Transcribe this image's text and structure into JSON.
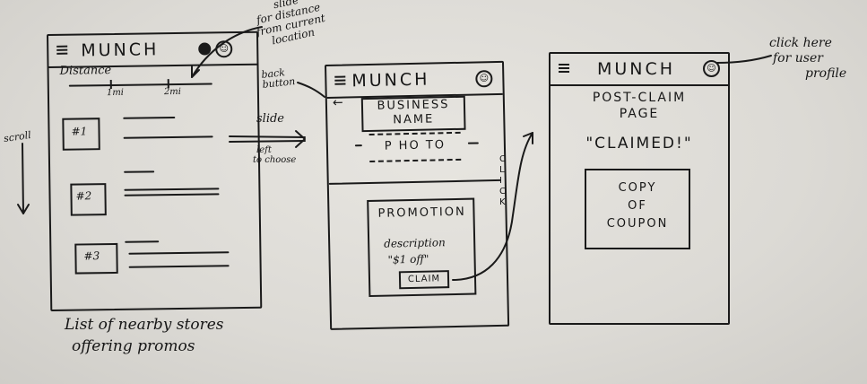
{
  "screen1": {
    "logo": "MUNCH",
    "distance_label": "Distance",
    "tick_1": "1mi",
    "tick_2": "2mi",
    "stores": [
      {
        "label": "#1"
      },
      {
        "label": "#2"
      },
      {
        "label": "#3"
      }
    ],
    "caption_line1": "List of nearby stores",
    "caption_line2": "offering promos"
  },
  "screen2": {
    "logo": "MUNCH",
    "business_line1": "BUSINESS",
    "business_line2": "NAME",
    "photo": "P HO TO",
    "promotion": "PROMOTION",
    "description": "description",
    "offer": "\"$1 off\"",
    "claim": "CLAIM"
  },
  "screen3": {
    "logo": "MUNCH",
    "post_claim_line1": "POST-CLAIM",
    "post_claim_line2": "PAGE",
    "claimed": "\"CLAIMED!\"",
    "coupon_line1": "COPY",
    "coupon_line2": "OF",
    "coupon_line3": "COUPON"
  },
  "annotations": {
    "slide_distance_line1": "slide",
    "slide_distance_line2": "for distance",
    "slide_distance_line3": "from current",
    "slide_distance_line4": "location",
    "scroll": "scroll",
    "slide": "slide",
    "left_to_choose_line1": "left",
    "left_to_choose_line2": "to choose",
    "back_button_line1": "back",
    "back_button_line2": "button",
    "click_letters": [
      "C",
      "L",
      "I",
      "C",
      "K"
    ],
    "click_here_line1": "click here",
    "click_here_line2": "for user",
    "click_here_line3": "profile"
  },
  "colors": {
    "ink": "#1a1a1a",
    "paper": "#e2e0db"
  },
  "icons": [
    "menu-icon",
    "smiley-icon",
    "profile-photo-icon",
    "back-arrow-icon"
  ]
}
